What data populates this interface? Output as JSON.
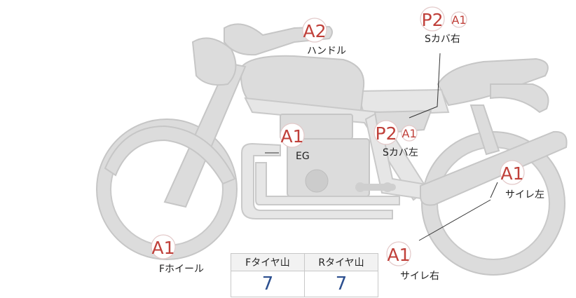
{
  "labels": {
    "handle": {
      "badge": "A2",
      "text": "ハンドル"
    },
    "side_cover_r": {
      "badge": "P2",
      "sub_badge": "A1",
      "text": "Sカバ右"
    },
    "side_cover_l": {
      "badge": "P2",
      "sub_badge": "A1",
      "text": "Sカバ左"
    },
    "engine": {
      "badge": "A1",
      "text": "EG"
    },
    "muffler_l": {
      "badge": "A1",
      "text": "サイレ左"
    },
    "muffler_r": {
      "badge": "A1",
      "text": "サイレ右"
    },
    "front_wheel": {
      "badge": "A1",
      "text": "Fホイール"
    }
  },
  "tread_table": {
    "headers": [
      "Fタイヤ山",
      "Rタイヤ山"
    ],
    "values": [
      "7",
      "7"
    ]
  },
  "colors": {
    "badge_text": "#c0403a",
    "tread_value": "#2c4f8f",
    "bike_fill": "#dcdcdc"
  }
}
